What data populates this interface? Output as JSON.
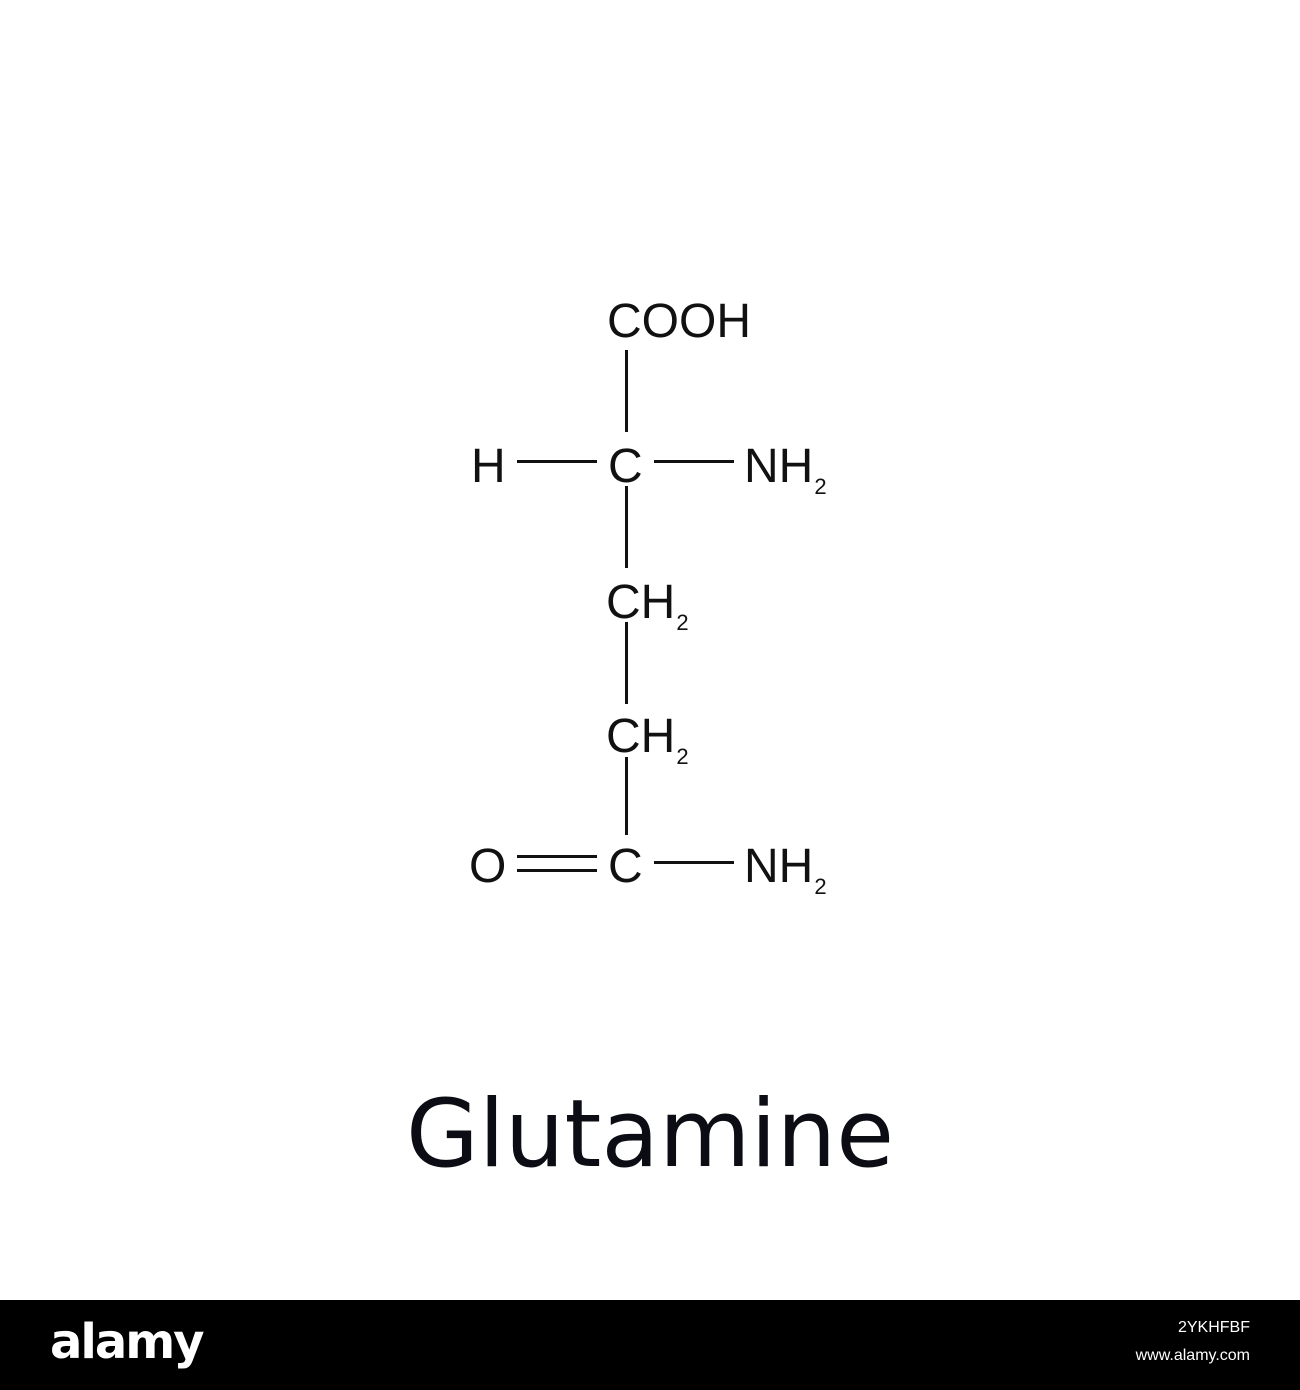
{
  "diagram": {
    "atoms": {
      "carboxyl": "COOH",
      "alpha_h": "H",
      "alpha_c": "C",
      "alpha_nh2_main": "NH",
      "alpha_nh2_sub": "2",
      "beta_ch2_main": "CH",
      "beta_ch2_sub": "2",
      "gamma_ch2_main": "CH",
      "gamma_ch2_sub": "2",
      "carbonyl_o": "O",
      "amide_c": "C",
      "amide_nh2_main": "NH",
      "amide_nh2_sub": "2"
    },
    "caption": "Glutamine"
  },
  "footer": {
    "brand": "alamy",
    "image_id": "2YKHFBF",
    "site": "www.alamy.com"
  }
}
